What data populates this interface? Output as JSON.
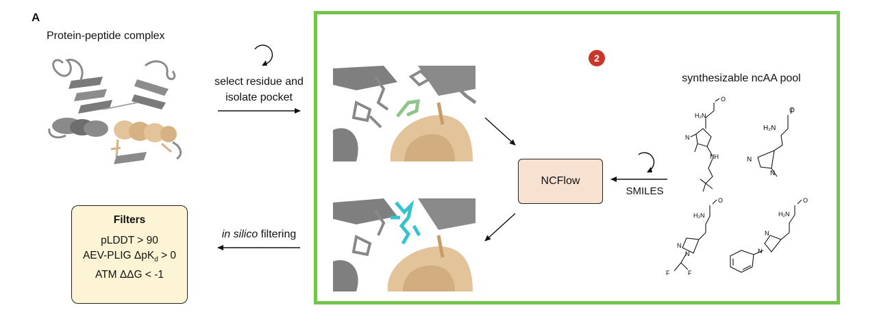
{
  "panel_label": "A",
  "complex_title": "Protein-peptide complex",
  "select_step": {
    "line1": "select residue and",
    "line2": "isolate pocket"
  },
  "filter_step": {
    "italic": "in silico",
    "rest": " filtering"
  },
  "step_badge": "2",
  "ncflow_label": "NCFlow",
  "smiles_label": "SMILES",
  "pool_title": "synthesizable ncAA pool",
  "filters": {
    "title": "Filters",
    "pLDDT": "pLDDT > 90",
    "aev_prefix": "AEV-PLIG ΔpK",
    "aev_sub": "d",
    "aev_suffix": " > 0",
    "atm": "ATM ΔΔG < -1"
  },
  "molecules": {
    "nh2": "H₂N",
    "o": "O",
    "n": "N",
    "nh": "NH",
    "f": "F"
  },
  "colors": {
    "frame": "#77c350",
    "ncflow_fill": "#f7e1d1",
    "filters_fill": "#fcf4d4",
    "badge": "#c9372c",
    "helix": "#e3c39a",
    "protein": "#8a8a8a",
    "residue_green": "#8fc48b",
    "residue_cyan": "#35c4cc"
  }
}
